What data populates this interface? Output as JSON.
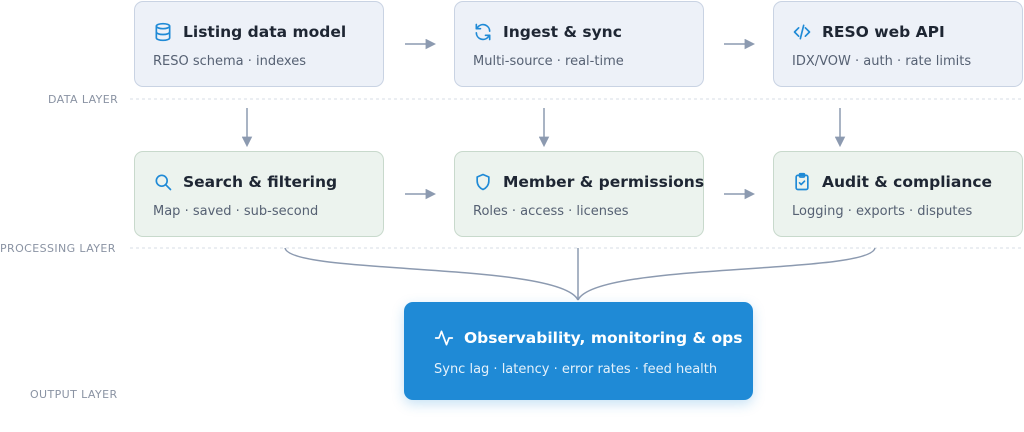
{
  "layers": {
    "data": "DATA LAYER",
    "processing": "PROCESSING LAYER",
    "output": "OUTPUT LAYER"
  },
  "data_layer": [
    {
      "title": "Listing data model",
      "subtitle": "RESO schema · indexes",
      "icon": "database-icon"
    },
    {
      "title": "Ingest & sync",
      "subtitle": "Multi-source · real-time",
      "icon": "refresh-icon"
    },
    {
      "title": "RESO web API",
      "subtitle": "IDX/VOW · auth · rate limits",
      "icon": "code-icon"
    }
  ],
  "processing_layer": [
    {
      "title": "Search & filtering",
      "subtitle": "Map · saved · sub-second",
      "icon": "search-icon"
    },
    {
      "title": "Member & permissions",
      "subtitle": "Roles · access · licenses",
      "icon": "shield-icon"
    },
    {
      "title": "Audit & compliance",
      "subtitle": "Logging · exports · disputes",
      "icon": "clipboard-check-icon"
    }
  ],
  "output_layer": {
    "title": "Observability, monitoring & ops",
    "subtitle": "Sync lag · latency · error rates · feed health",
    "icon": "activity-pulse-icon"
  },
  "colors": {
    "data_card_bg": "#edf1f8",
    "processing_card_bg": "#ecf3ee",
    "output_bg": "#1f8ad6",
    "icon_accent": "#1f8ad6",
    "connector": "#8c9ab0"
  }
}
